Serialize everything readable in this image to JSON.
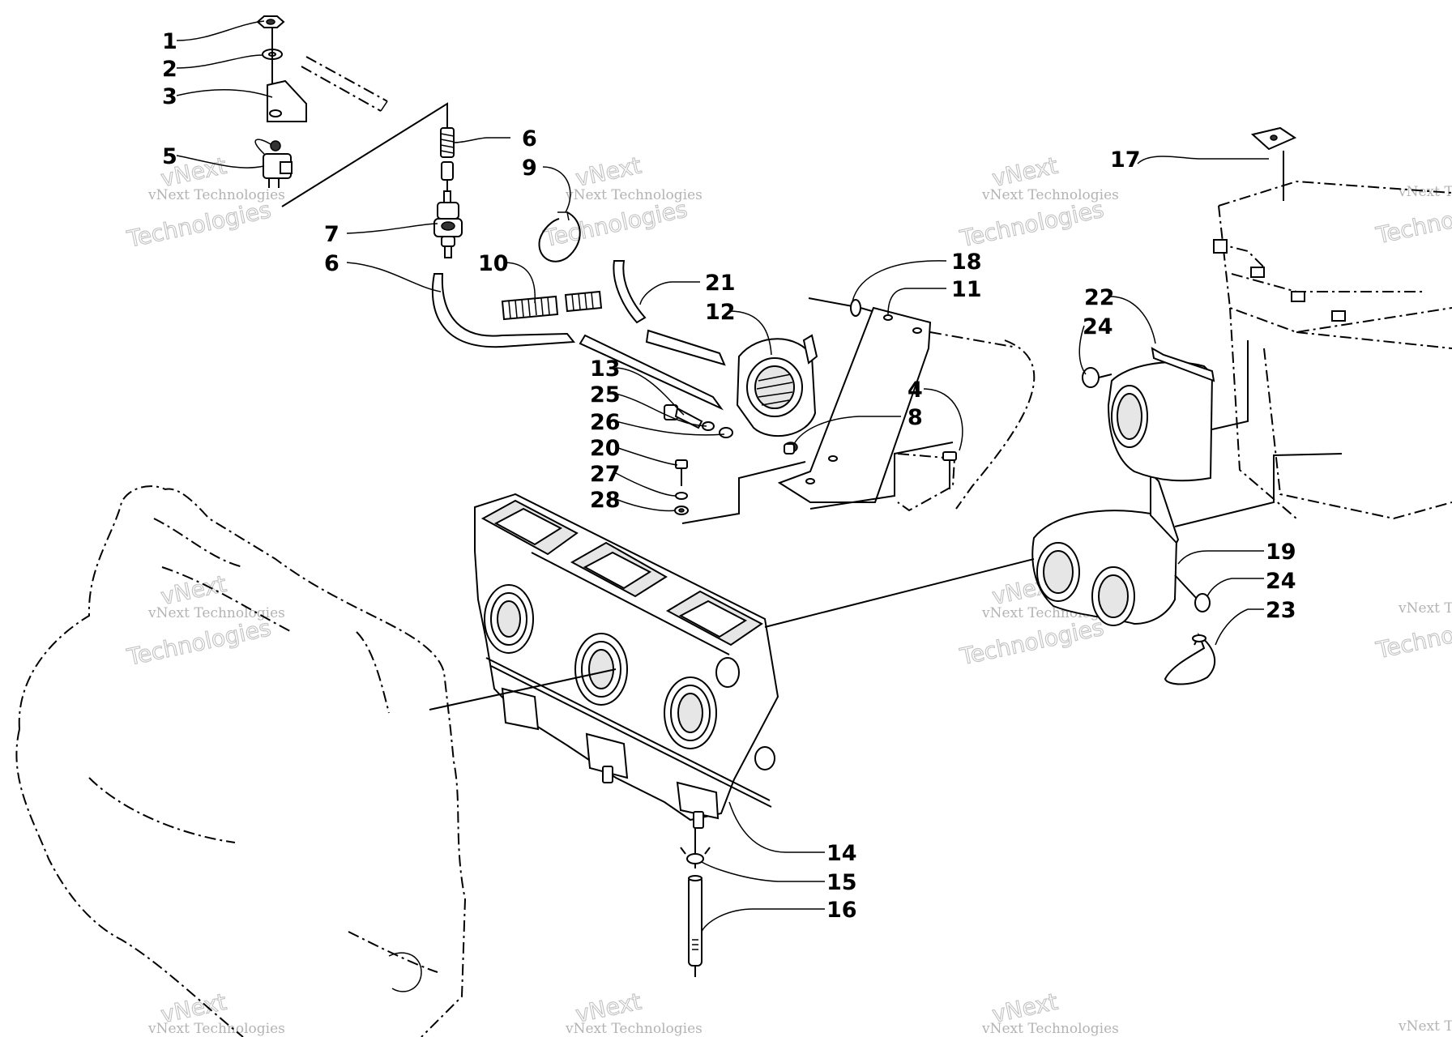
{
  "callouts": [
    {
      "id": "c1",
      "text": "1"
    },
    {
      "id": "c2",
      "text": "2"
    },
    {
      "id": "c3",
      "text": "3"
    },
    {
      "id": "c5",
      "text": "5"
    },
    {
      "id": "c6a",
      "text": "6"
    },
    {
      "id": "c9",
      "text": "9"
    },
    {
      "id": "c7",
      "text": "7"
    },
    {
      "id": "c6b",
      "text": "6"
    },
    {
      "id": "c10",
      "text": "10"
    },
    {
      "id": "c21",
      "text": "21"
    },
    {
      "id": "c12",
      "text": "12"
    },
    {
      "id": "c18",
      "text": "18"
    },
    {
      "id": "c11",
      "text": "11"
    },
    {
      "id": "c17",
      "text": "17"
    },
    {
      "id": "c22",
      "text": "22"
    },
    {
      "id": "c24a",
      "text": "24"
    },
    {
      "id": "c13",
      "text": "13"
    },
    {
      "id": "c25",
      "text": "25"
    },
    {
      "id": "c26",
      "text": "26"
    },
    {
      "id": "c20",
      "text": "20"
    },
    {
      "id": "c27",
      "text": "27"
    },
    {
      "id": "c28",
      "text": "28"
    },
    {
      "id": "c4",
      "text": "4"
    },
    {
      "id": "c8",
      "text": "8"
    },
    {
      "id": "c19",
      "text": "19"
    },
    {
      "id": "c24b",
      "text": "24"
    },
    {
      "id": "c23",
      "text": "23"
    },
    {
      "id": "c14",
      "text": "14"
    },
    {
      "id": "c15",
      "text": "15"
    },
    {
      "id": "c16",
      "text": "16"
    }
  ],
  "watermark": {
    "line1": "vNext Technologies",
    "word1": "vNext",
    "word2": "Technologies"
  }
}
